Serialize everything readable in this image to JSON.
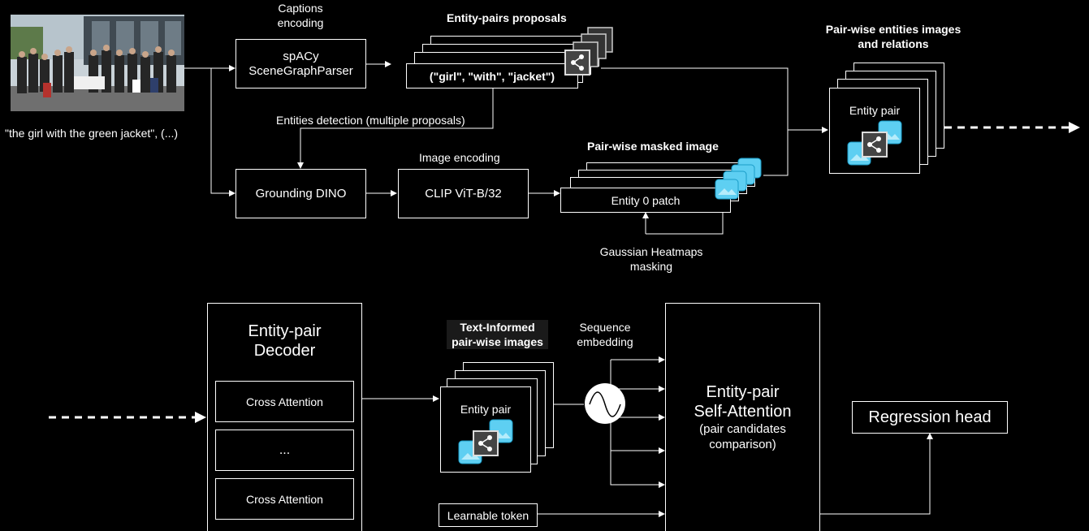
{
  "colors": {
    "background": "#000000",
    "stroke": "#ffffff",
    "image_icon": "#5ecff2",
    "share_icon": "#555555"
  },
  "image_caption": "\"the girl with the green jacket\", (...)",
  "photo_banner_text": "",
  "labels": {
    "captions_encoding": [
      "Captions",
      "encoding"
    ],
    "entity_pairs_proposals": "Entity-pairs proposals",
    "entities_detection": "Entities detection (multiple proposals)",
    "image_encoding": "Image encoding",
    "pair_wise_masked_image": "Pair-wise masked image",
    "pair_wise_entities": [
      "Pair-wise entities images",
      "and relations"
    ],
    "gaussian_heatmaps": [
      "Gaussian Heatmaps",
      "masking"
    ],
    "text_informed": [
      "Text-Informed",
      "pair-wise images"
    ],
    "sequence_embedding": [
      "Sequence",
      "embedding"
    ]
  },
  "nodes": {
    "scene_graph_parser": [
      "spACy",
      "SceneGraphParser"
    ],
    "triplet": "(\"girl\", \"with\", \"jacket\")",
    "grounding_dino": "Grounding DINO",
    "clip": "CLIP ViT-B/32",
    "entity_patch": "Entity 0 patch",
    "entity_pair_top": "Entity pair",
    "entity_pair_bottom": "Entity pair",
    "decoder_title": [
      "Entity-pair",
      "Decoder"
    ],
    "cross_attention_1": "Cross Attention",
    "ellipsis": "...",
    "cross_attention_2": "Cross Attention",
    "learnable_token": "Learnable token",
    "self_attention": [
      "Entity-pair",
      "Self-Attention",
      "(pair candidates",
      "comparison)"
    ],
    "regression_head": "Regression head"
  }
}
